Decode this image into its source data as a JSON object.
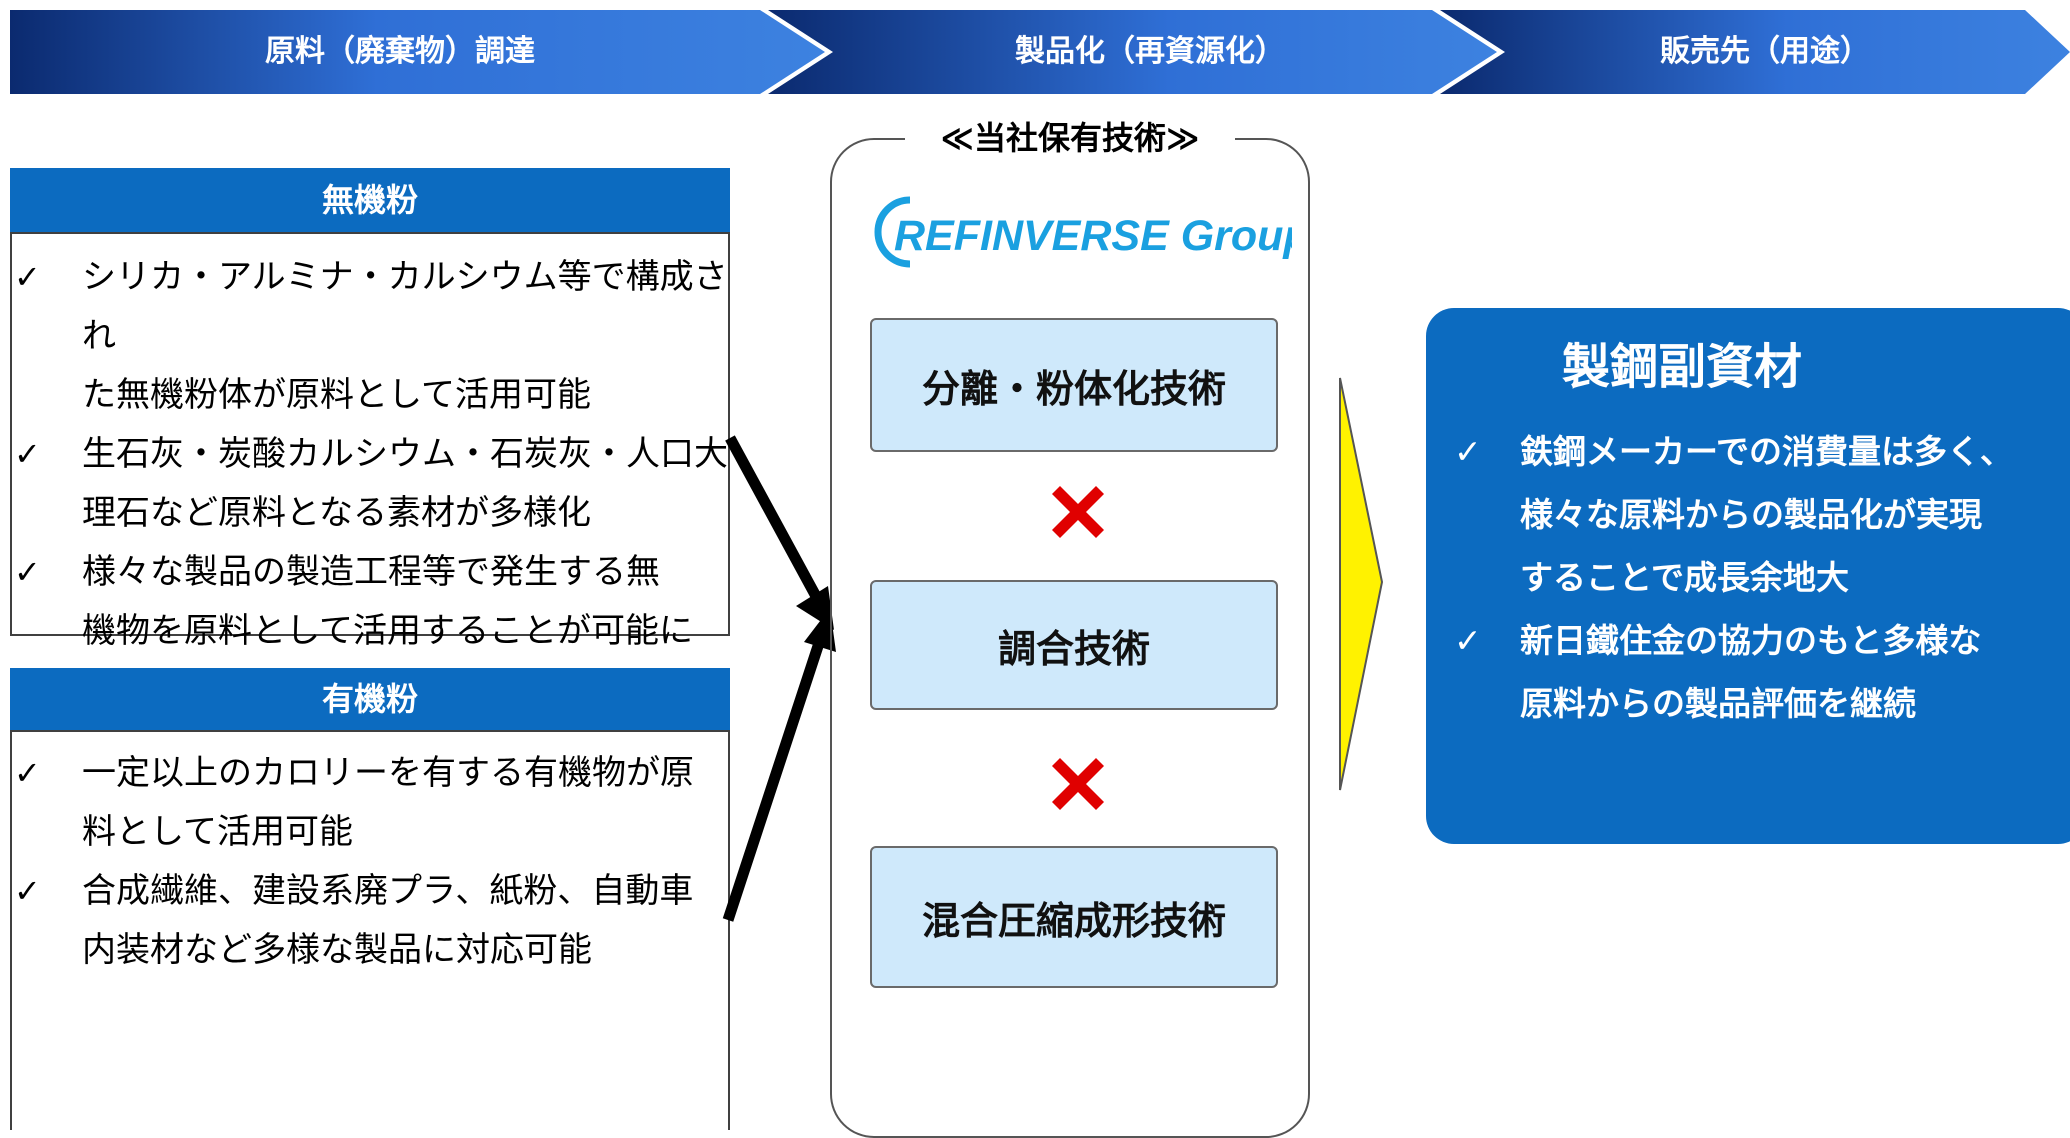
{
  "header": {
    "steps": [
      {
        "label": "原料（廃棄物）調達"
      },
      {
        "label": "製品化（再資源化）"
      },
      {
        "label": "販売先（用途）"
      }
    ]
  },
  "left": {
    "inorganic": {
      "title": "無機粉",
      "bullets": [
        {
          "line1": "シリカ・アルミナ・カルシウム等で構成され",
          "line2": "た無機粉体が原料として活用可能"
        },
        {
          "line1": "生石灰・炭酸カルシウム・石炭灰・人口大",
          "line2": "理石など原料となる素材が多様化"
        },
        {
          "line1": "様々な製品の製造工程等で発生する無",
          "line2": "機物を原料として活用することが可能に"
        }
      ]
    },
    "organic": {
      "title": "有機粉",
      "bullets": [
        {
          "line1": "一定以上のカロリーを有する有機物が原",
          "line2": "料として活用可能"
        },
        {
          "line1": "合成繊維、建設系廃プラ、紙粉、自動車",
          "line2": "内装材など多様な製品に対応可能"
        }
      ]
    }
  },
  "center": {
    "title": "≪当社保有技術≫",
    "logo_text": "REFINVERSE Group",
    "techs": [
      {
        "label": "分離・粉体化技術"
      },
      {
        "label": "調合技術"
      },
      {
        "label": "混合圧縮成形技術"
      }
    ]
  },
  "right": {
    "title": "製鋼副資材",
    "bullets": [
      {
        "line1": "鉄鋼メーカーでの消費量は多く、",
        "line2": "様々な原料からの製品化が実現",
        "line3": "することで成長余地大"
      },
      {
        "line1": "新日鐵住金の協力のもと多様な",
        "line2": "原料からの製品評価を継続"
      }
    ]
  },
  "check_mark": "✓",
  "colors": {
    "header_dark": "#0b2a6f",
    "header_light": "#3a7fdc",
    "box_blue": "#0c6bc0",
    "tech_fill": "#cfe9fb",
    "logo_blue": "#1aa0e0",
    "cross_red": "#e00000",
    "arrow_yellow": "#fff200"
  }
}
